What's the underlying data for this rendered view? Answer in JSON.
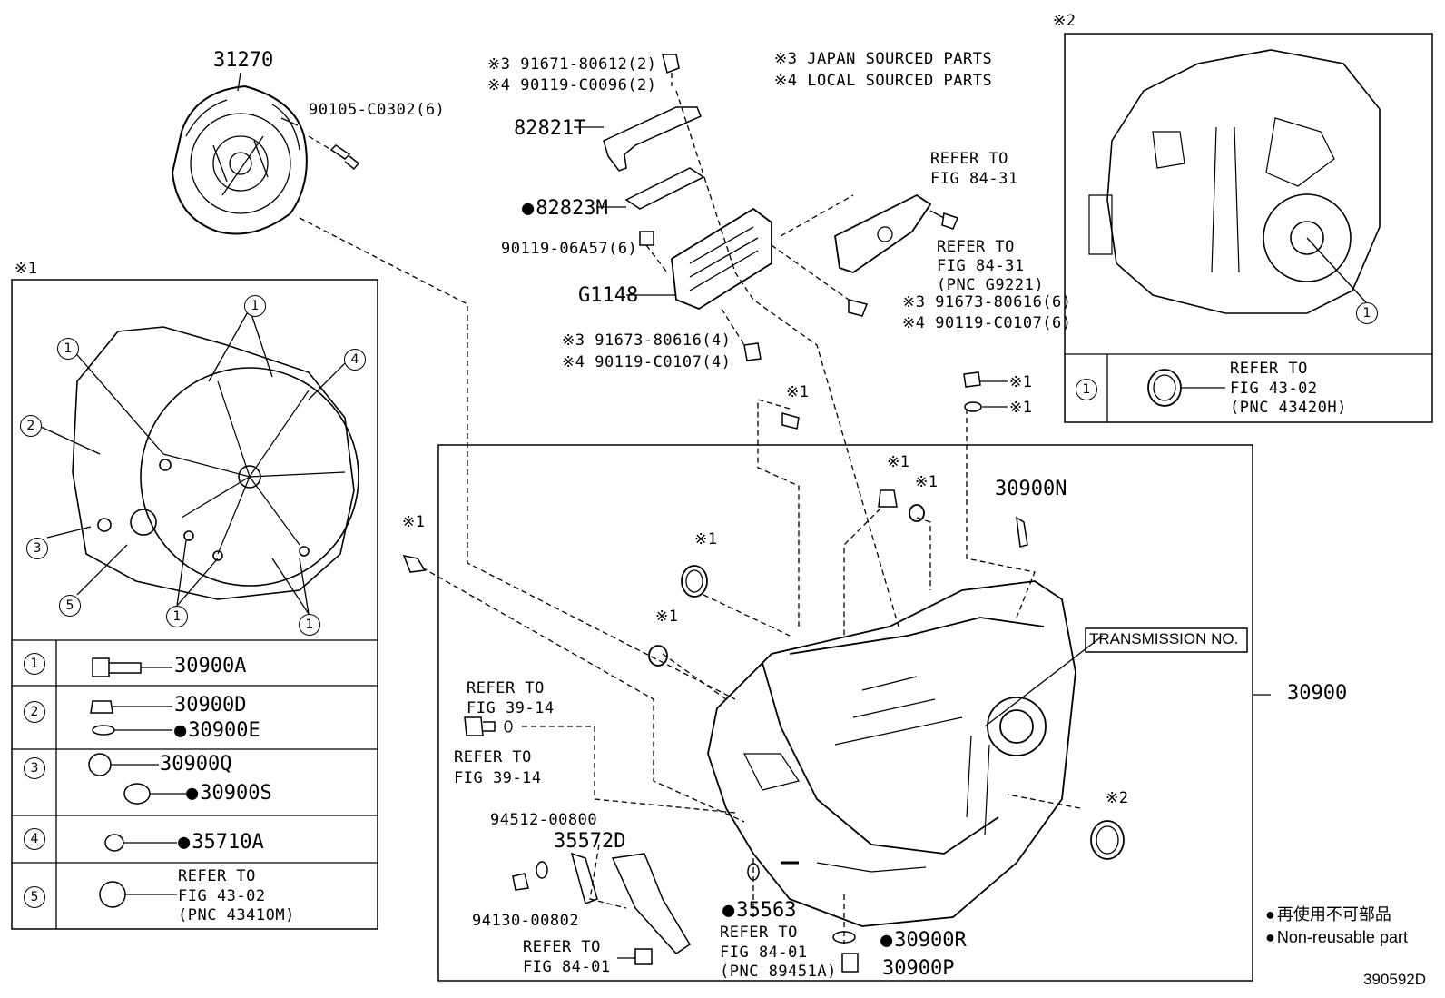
{
  "notes": {
    "japan": "※3 JAPAN SOURCED PARTS",
    "local": "※4 LOCAL SOURCED PARTS"
  },
  "markers": {
    "m1": "※1",
    "m2": "※2"
  },
  "parts": {
    "p31270": "31270",
    "p90105": "90105-C0302(6)",
    "p91671_j": "※3 91671-80612(2)",
    "p90119_c0096": "※4 90119-C0096(2)",
    "p82821T": "82821T",
    "p82823M": "82823M",
    "p90119_06A57": "90119-06A57(6)",
    "pG1148": "G1148",
    "p91673_4": "※3 91673-80616(4)",
    "p90119_c0107_4": "※4 90119-C0107(4)",
    "p91673_6": "※3 91673-80616(6)",
    "p90119_c0107_6": "※4 90119-C0107(6)",
    "refer_84_31_a1": "REFER TO",
    "refer_84_31_a2": "FIG 84-31",
    "refer_84_31_b1": "REFER TO",
    "refer_84_31_b2": "FIG 84-31",
    "refer_84_31_b3": "(PNC G9221)",
    "p30900N": "30900N",
    "p30900": "30900",
    "transmission_no": "TRANSMISSION NO.",
    "refer_39_14_a1": "REFER TO",
    "refer_39_14_a2": "FIG 39-14",
    "refer_39_14_b1": "REFER TO",
    "refer_39_14_b2": "FIG 39-14",
    "p94512": "94512-00800",
    "p35572D": "35572D",
    "p94130": "94130-00802",
    "p35563": "35563",
    "refer_84_01_a1": "REFER TO",
    "refer_84_01_a2": "FIG 84-01",
    "refer_84_01_b1": "REFER TO",
    "refer_84_01_b2": "FIG 84-01",
    "refer_84_01_b3": "(PNC 89451A)",
    "p30900R": "30900R",
    "p30900P": "30900P"
  },
  "left_table": {
    "rows": [
      {
        "num": "1",
        "part": "30900A"
      },
      {
        "num": "2",
        "part_a": "30900D",
        "part_b": "30900E"
      },
      {
        "num": "3",
        "part_a": "30900Q",
        "part_b": "30900S"
      },
      {
        "num": "4",
        "part": "35710A"
      },
      {
        "num": "5",
        "ref1": "REFER TO",
        "ref2": "FIG 43-02",
        "ref3": "(PNC 43410M)"
      }
    ]
  },
  "right_table": {
    "num": "1",
    "ref1": "REFER TO",
    "ref2": "FIG 43-02",
    "ref3": "(PNC 43420H)"
  },
  "legend": {
    "jp": "再使用不可部品",
    "en": "Non-reusable part"
  },
  "diagram_id": "390592D"
}
